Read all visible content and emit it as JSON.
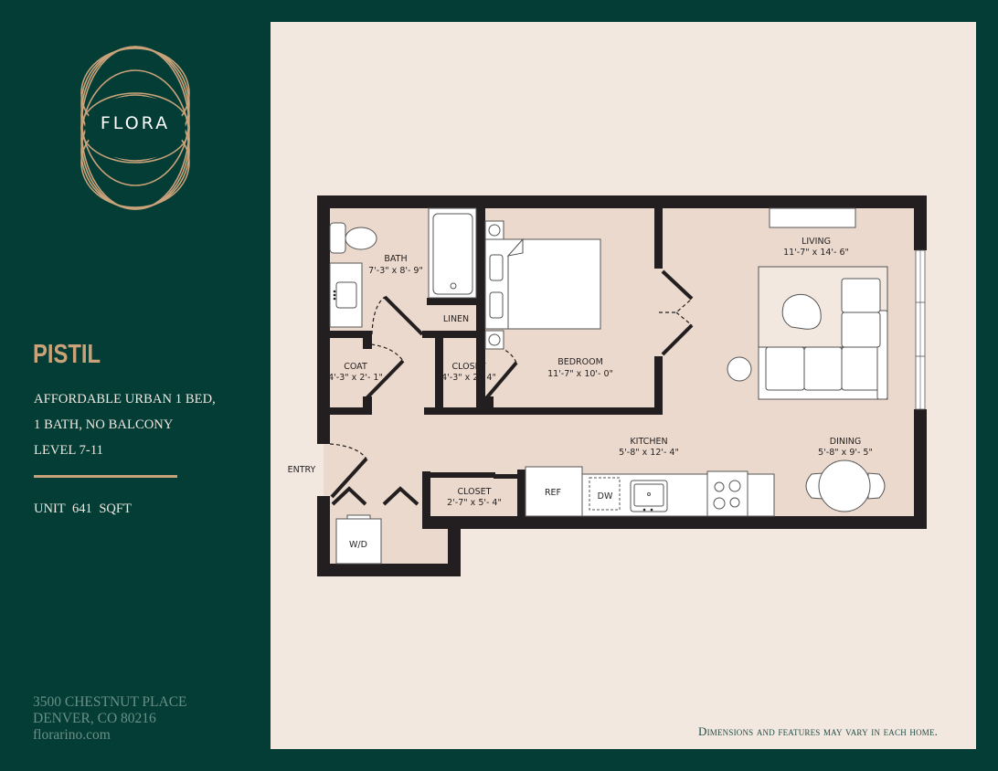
{
  "brand": {
    "logo_text": "FLORA",
    "logo_icon": "concentric-ellipses-logo-icon",
    "colors": {
      "forest_green": "#033d35",
      "gold": "#c9a27a",
      "panel_bg": "#f3e8e0",
      "floor_fill": "#ead9cc",
      "wall": "#231f20"
    }
  },
  "sidebar": {
    "unit_name": "PISTIL",
    "description_lines": [
      "AFFORDABLE URBAN 1 BED,",
      "1 BATH, NO BALCONY",
      "LEVEL 7-11"
    ],
    "sqft_text": "UNIT 641 SQFT",
    "address_lines": [
      "3500 CHESTNUT PLACE",
      "DENVER, CO 80216",
      "florarino.com"
    ]
  },
  "floorplan": {
    "rooms": [
      {
        "name": "BATH",
        "dims": "7'-3\" x 8'- 9\""
      },
      {
        "name": "LINEN",
        "dims": ""
      },
      {
        "name": "COAT",
        "dims": "4'-3\" x 2'- 1\""
      },
      {
        "name": "CLOSET",
        "dims": "4'-3\" x 2'- 4\""
      },
      {
        "name": "BEDROOM",
        "dims": "11'-7\" x 10'- 0\""
      },
      {
        "name": "LIVING",
        "dims": "11'-7\" x 14'- 6\""
      },
      {
        "name": "KITCHEN",
        "dims": "5'-8\" x 12'- 4\""
      },
      {
        "name": "DINING",
        "dims": "5'-8\" x 9'- 5\""
      },
      {
        "name": "CLOSET",
        "dims": "2'-7\" x 5'- 4\""
      },
      {
        "name": "ENTRY",
        "dims": ""
      }
    ],
    "appliances": {
      "ref": "REF",
      "dw": "DW",
      "wd": "W/D"
    }
  },
  "footer": {
    "disclaimer": "Dimensions and features may vary in each home."
  }
}
